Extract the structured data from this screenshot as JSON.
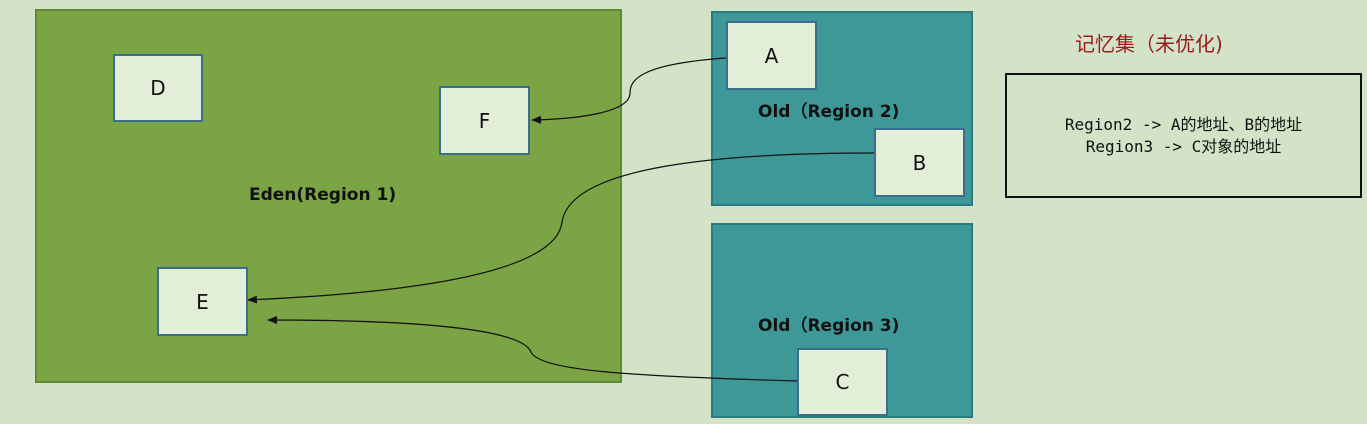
{
  "regions": {
    "eden": "Eden(Region 1)",
    "old2": "Old（Region 2)",
    "old3": "Old（Region 3)"
  },
  "objects": {
    "a": "A",
    "b": "B",
    "c": "C",
    "d": "D",
    "e": "E",
    "f": "F"
  },
  "remembered_set": {
    "title": "记忆集（未优化)",
    "lines": [
      "Region2 -> A的地址、B的地址",
      "Region3 -> C对象的地址"
    ]
  },
  "colors": {
    "background": "#d2e3c8",
    "eden_fill": "#7ba444",
    "old_fill": "#3e9898",
    "object_fill": "#e3eed8",
    "title_color": "#9b1c1c"
  }
}
